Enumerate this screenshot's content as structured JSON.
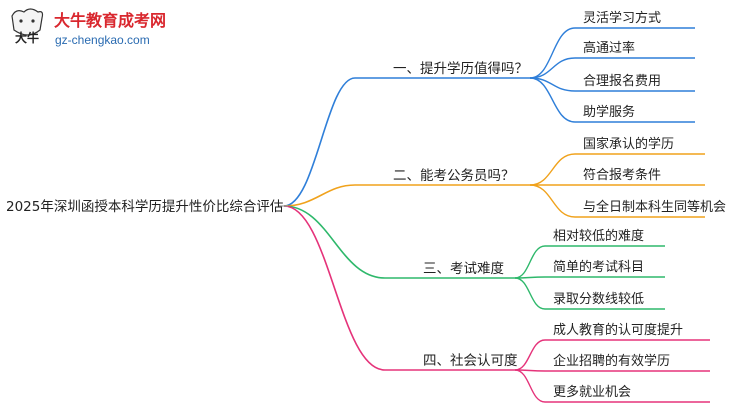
{
  "logo": {
    "title": "大牛教育成考网",
    "url": "gz-chengkao.com",
    "mascot_text": "大牛",
    "brand_color": "#d9272e",
    "url_color": "#2a6bb1"
  },
  "root": {
    "label": "2025年深圳函授本科学历提升性价比综合评估"
  },
  "branches": [
    {
      "label": "一、提升学历值得吗？",
      "color": "#2f7fd9",
      "children": [
        "灵活学习方式",
        "高通过率",
        "合理报名费用",
        "助学服务"
      ]
    },
    {
      "label": "二、能考公务员吗？",
      "color": "#f0a21c",
      "children": [
        "国家承认的学历",
        "符合报考条件",
        "与全日制本科生同等机会"
      ]
    },
    {
      "label": "三、考试难度",
      "color": "#2eb86b",
      "children": [
        "相对较低的难度",
        "简单的考试科目",
        "录取分数线较低"
      ]
    },
    {
      "label": "四、社会认可度",
      "color": "#e5337a",
      "children": [
        "成人教育的认可度提升",
        "企业招聘的有效学历",
        "更多就业机会"
      ]
    }
  ]
}
